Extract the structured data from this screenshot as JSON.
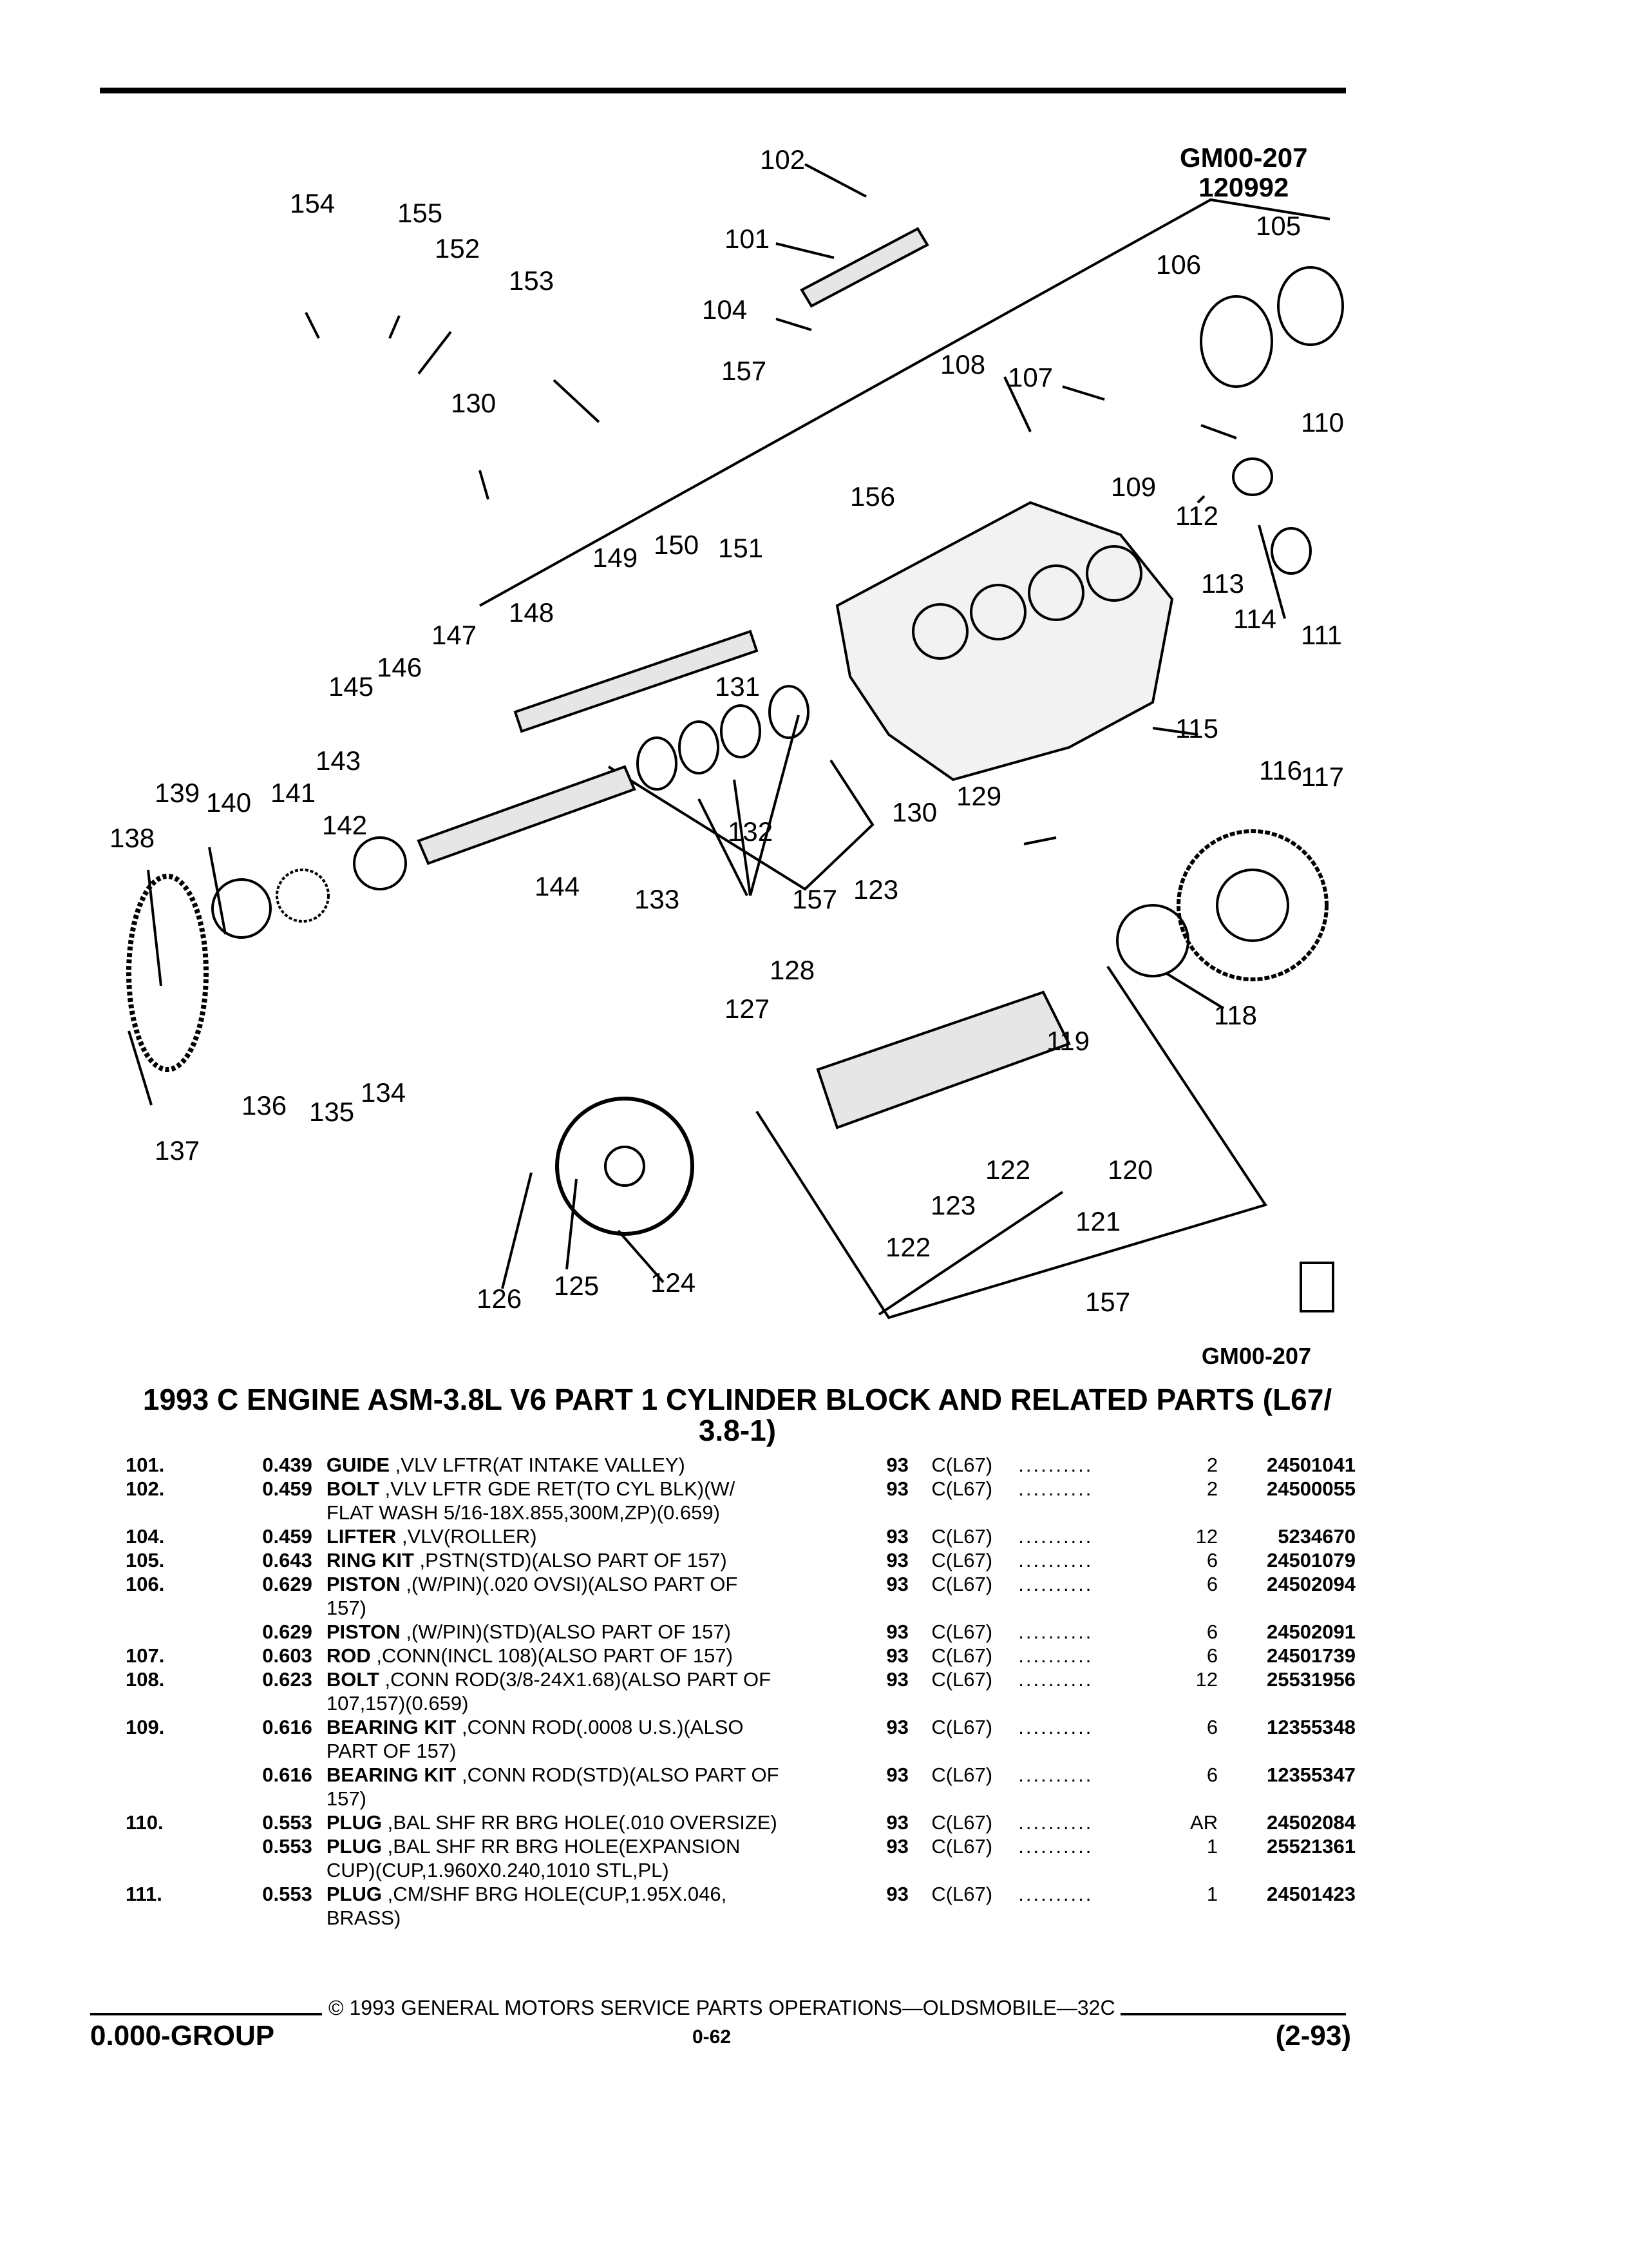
{
  "figure": {
    "code_top": "GM00-207",
    "date_code": "120992",
    "code_bottom": "GM00-207",
    "callouts": [
      "154",
      "155",
      "152",
      "153",
      "130",
      "102",
      "101",
      "104",
      "157",
      "105",
      "106",
      "108",
      "107",
      "110",
      "109",
      "112",
      "156",
      "149",
      "150",
      "151",
      "148",
      "147",
      "146",
      "145",
      "131",
      "113",
      "114",
      "111",
      "115",
      "143",
      "139",
      "140",
      "141",
      "142",
      "138",
      "132",
      "130",
      "129",
      "116",
      "117",
      "144",
      "133",
      "157",
      "123",
      "128",
      "127",
      "119",
      "118",
      "134",
      "135",
      "136",
      "137",
      "122",
      "120",
      "123",
      "121",
      "122",
      "126",
      "125",
      "124",
      "157"
    ]
  },
  "title": {
    "line1": "1993 C ENGINE ASM-3.8L V6 PART 1 CYLINDER BLOCK AND RELATED PARTS (L67/",
    "line2": "3.8-1)"
  },
  "parts": [
    {
      "ref": "101.",
      "code": "0.439",
      "name": "GUIDE",
      "desc": ",VLV LFTR(AT INTAKE VALLEY)",
      "cont": "",
      "year": "93",
      "model": "C(L67)",
      "qty": "2",
      "part": "24501041"
    },
    {
      "ref": "102.",
      "code": "0.459",
      "name": "BOLT",
      "desc": ",VLV LFTR GDE RET(TO CYL BLK)(W/",
      "cont": "FLAT WASH 5/16-18X.855,300M,ZP)(0.659)",
      "year": "93",
      "model": "C(L67)",
      "qty": "2",
      "part": "24500055"
    },
    {
      "ref": "104.",
      "code": "0.459",
      "name": "LIFTER",
      "desc": ",VLV(ROLLER)",
      "cont": "",
      "year": "93",
      "model": "C(L67)",
      "qty": "12",
      "part": "5234670"
    },
    {
      "ref": "105.",
      "code": "0.643",
      "name": "RING KIT",
      "desc": ",PSTN(STD)(ALSO PART OF 157)",
      "cont": "",
      "year": "93",
      "model": "C(L67)",
      "qty": "6",
      "part": "24501079"
    },
    {
      "ref": "106.",
      "code": "0.629",
      "name": "PISTON",
      "desc": ",(W/PIN)(.020 OVSI)(ALSO PART OF",
      "cont": "157)",
      "year": "93",
      "model": "C(L67)",
      "qty": "6",
      "part": "24502094"
    },
    {
      "ref": "",
      "code": "0.629",
      "name": "PISTON",
      "desc": ",(W/PIN)(STD)(ALSO PART OF 157)",
      "cont": "",
      "year": "93",
      "model": "C(L67)",
      "qty": "6",
      "part": "24502091"
    },
    {
      "ref": "107.",
      "code": "0.603",
      "name": "ROD",
      "desc": ",CONN(INCL 108)(ALSO PART OF 157)",
      "cont": "",
      "year": "93",
      "model": "C(L67)",
      "qty": "6",
      "part": "24501739"
    },
    {
      "ref": "108.",
      "code": "0.623",
      "name": "BOLT",
      "desc": ",CONN ROD(3/8-24X1.68)(ALSO PART OF",
      "cont": "107,157)(0.659)",
      "year": "93",
      "model": "C(L67)",
      "qty": "12",
      "part": "25531956"
    },
    {
      "ref": "109.",
      "code": "0.616",
      "name": "BEARING KIT",
      "desc": ",CONN ROD(.0008 U.S.)(ALSO",
      "cont": "PART OF 157)",
      "year": "93",
      "model": "C(L67)",
      "qty": "6",
      "part": "12355348"
    },
    {
      "ref": "",
      "code": "0.616",
      "name": "BEARING KIT",
      "desc": ",CONN ROD(STD)(ALSO PART OF",
      "cont": "157)",
      "year": "93",
      "model": "C(L67)",
      "qty": "6",
      "part": "12355347"
    },
    {
      "ref": "110.",
      "code": "0.553",
      "name": "PLUG",
      "desc": ",BAL SHF RR BRG HOLE(.010 OVERSIZE)",
      "cont": "",
      "year": "93",
      "model": "C(L67)",
      "qty": "AR",
      "part": "24502084"
    },
    {
      "ref": "",
      "code": "0.553",
      "name": "PLUG",
      "desc": ",BAL SHF RR BRG HOLE(EXPANSION",
      "cont": "CUP)(CUP,1.960X0.240,1010 STL,PL)",
      "year": "93",
      "model": "C(L67)",
      "qty": "1",
      "part": "25521361"
    },
    {
      "ref": "111.",
      "code": "0.553",
      "name": "PLUG",
      "desc": ",CM/SHF BRG HOLE(CUP,1.95X.046,",
      "cont": "BRASS)",
      "year": "93",
      "model": "C(L67)",
      "qty": "1",
      "part": "24501423"
    }
  ],
  "footer": {
    "copyright": "© 1993 GENERAL MOTORS SERVICE PARTS OPERATIONS—OLDSMOBILE—32C",
    "group": "0.000-GROUP",
    "page": "0-62",
    "date": "(2-93)"
  }
}
